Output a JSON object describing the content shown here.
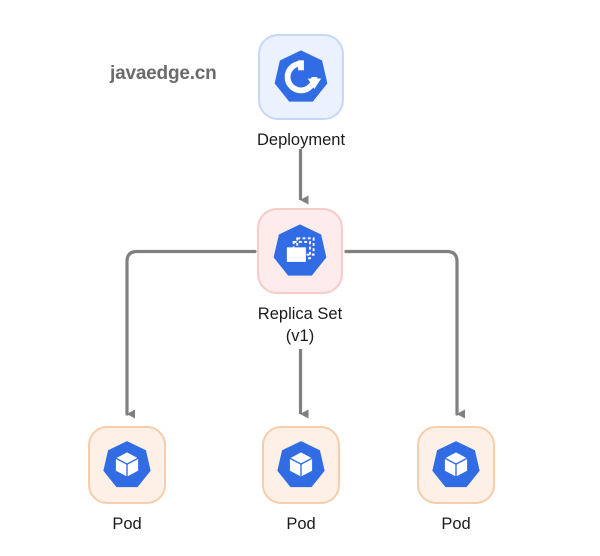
{
  "diagram": {
    "title": "Kubernetes Deployment to ReplicaSet to Pods hierarchy",
    "watermark": "javaedge.cn",
    "background_color": "#ffffff",
    "colors": {
      "kubernetes_blue": "#326ce5",
      "connector_gray": "#808080",
      "deployment_fill": "#ebf1fd",
      "deployment_border": "#c7d7f7",
      "replicaset_fill": "#fdeceb",
      "replicaset_border": "#f6cbc9",
      "pod_fill": "#fdf0e6",
      "pod_border": "#f7cdab",
      "label_text": "#1b1b1b",
      "watermark_text": "#6b6b6b"
    },
    "nodes": {
      "deployment": {
        "label": "Deployment",
        "icon": "deployment-rotate-arrow-icon",
        "kind": "Deployment"
      },
      "replicaset": {
        "label": "Replica Set\n(v1)",
        "label_line1": "Replica Set",
        "label_line2": "(v1)",
        "version": "v1",
        "icon": "replicaset-stacked-sheets-icon",
        "kind": "ReplicaSet"
      },
      "pods": [
        {
          "label": "Pod",
          "icon": "pod-cube-icon",
          "kind": "Pod"
        },
        {
          "label": "Pod",
          "icon": "pod-cube-icon",
          "kind": "Pod"
        },
        {
          "label": "Pod",
          "icon": "pod-cube-icon",
          "kind": "Pod"
        }
      ]
    },
    "edges": [
      {
        "from": "Deployment",
        "to": "Replica Set (v1)",
        "style": "straight-arrow-down"
      },
      {
        "from": "Replica Set (v1)",
        "to": "Pod 1",
        "style": "elbow-left-arrow-down"
      },
      {
        "from": "Replica Set (v1)",
        "to": "Pod 2",
        "style": "straight-arrow-down"
      },
      {
        "from": "Replica Set (v1)",
        "to": "Pod 3",
        "style": "elbow-right-arrow-down"
      }
    ]
  }
}
